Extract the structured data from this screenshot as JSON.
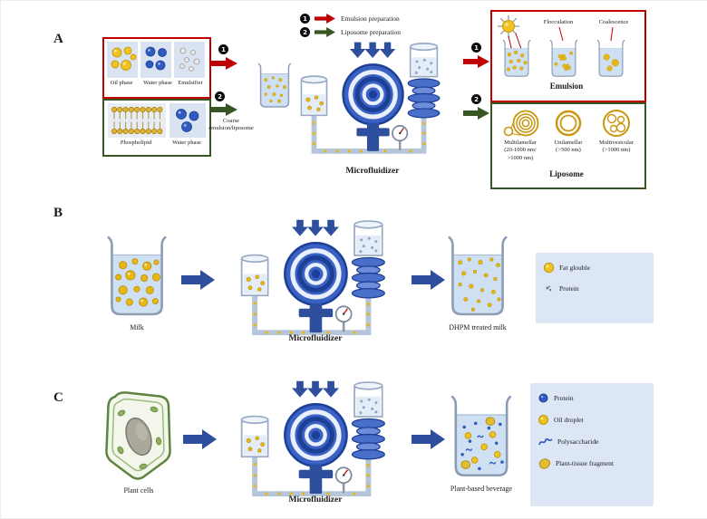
{
  "colors": {
    "accent_red": "#c00000",
    "accent_green": "#375623",
    "arrow_blue": "#2e4f9e",
    "fat_yellow": "#f2c21f",
    "protein_blue": "#2f5bc0",
    "legend_bg": "#dce6f4"
  },
  "panel_a": {
    "label": "A",
    "legend": [
      {
        "num": "1",
        "text": "Emulsion preparation"
      },
      {
        "num": "2",
        "text": "Liposome preparation"
      }
    ],
    "emulsion_inputs": {
      "oil": "Oil phase",
      "water": "Water phase",
      "emulsifier": "Emulsifier"
    },
    "liposome_inputs": {
      "phospholipid": "Phospholipid",
      "water": "Water phase"
    },
    "step1_num": "1",
    "step2_num": "2",
    "coarse_label": "Coarse emulsion/liposome",
    "microfluidizer_label": "Microfluidizer",
    "out_emulsion_num": "1",
    "out_liposome_num": "2",
    "emulsion_box": {
      "title": "Emulsion",
      "flocculation": "Flocculation",
      "coalescence": "Coalescence"
    },
    "liposome_box": {
      "title": "Liposome",
      "types": [
        {
          "name": "Multilamellar",
          "size": "(20-1000 nm/ >1000 nm)"
        },
        {
          "name": "Unilamellar",
          "size": "(>500 nm)"
        },
        {
          "name": "Multivesicular",
          "size": "(>1000 nm)"
        }
      ]
    }
  },
  "panel_b": {
    "label": "B",
    "input_label": "Milk",
    "microfluidizer_label": "Microfluidizer",
    "output_label": "DHPM treated milk",
    "legend": [
      {
        "text": "Fat glouble"
      },
      {
        "text": "Protein"
      }
    ]
  },
  "panel_c": {
    "label": "C",
    "input_label": "Plant cells",
    "microfluidizer_label": "Microfluidizer",
    "output_label": "Plant-based beverage",
    "legend": [
      {
        "text": "Protein"
      },
      {
        "text": "Oil droplet"
      },
      {
        "text": "Polysaccharide"
      },
      {
        "text": "Plant-tissue fragment"
      }
    ]
  }
}
